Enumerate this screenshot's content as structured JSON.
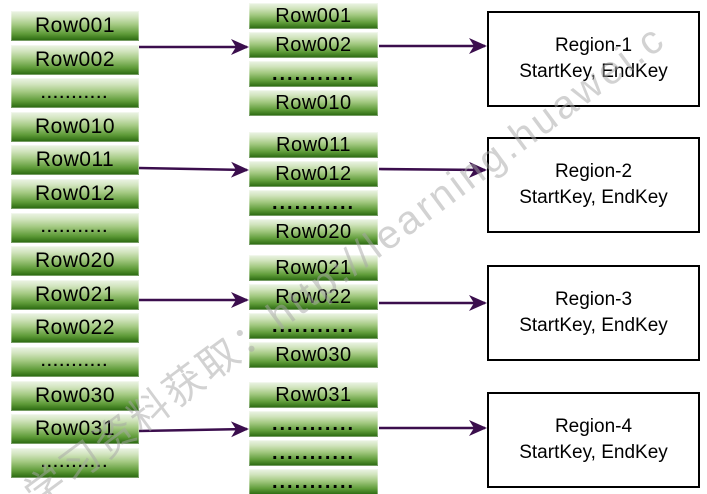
{
  "watermark": {
    "text": "学习资料获取：http://learning.huawei.c",
    "color": "#a5a5a5"
  },
  "left_column": {
    "boxes": [
      "Row001",
      "Row002",
      "...........",
      "Row010",
      "Row011",
      "Row012",
      "...........",
      "Row020",
      "Row021",
      "Row022",
      "...........",
      "Row030",
      "Row031",
      "..........."
    ]
  },
  "middle_column": {
    "groups": [
      {
        "boxes": [
          "Row001",
          "Row002",
          "...........",
          "Row010"
        ]
      },
      {
        "boxes": [
          "Row011",
          "Row012",
          "...........",
          "Row020"
        ]
      },
      {
        "boxes": [
          "Row021",
          "Row022",
          "...........",
          "Row030"
        ]
      },
      {
        "boxes": [
          "Row031",
          "...........",
          "...........",
          "..........."
        ]
      }
    ]
  },
  "regions": [
    {
      "name": "Region-1",
      "keys": "StartKey, EndKey"
    },
    {
      "name": "Region-2",
      "keys": "StartKey, EndKey"
    },
    {
      "name": "Region-3",
      "keys": "StartKey, EndKey"
    },
    {
      "name": "Region-4",
      "keys": "StartKey, EndKey"
    }
  ],
  "colors": {
    "box_gradient_top": "#ecf4e6",
    "box_gradient_bottom": "#2a6310",
    "arrow": "#3b0e4d",
    "region_border": "#000000",
    "watermark_gray": "#a5a5a5"
  }
}
